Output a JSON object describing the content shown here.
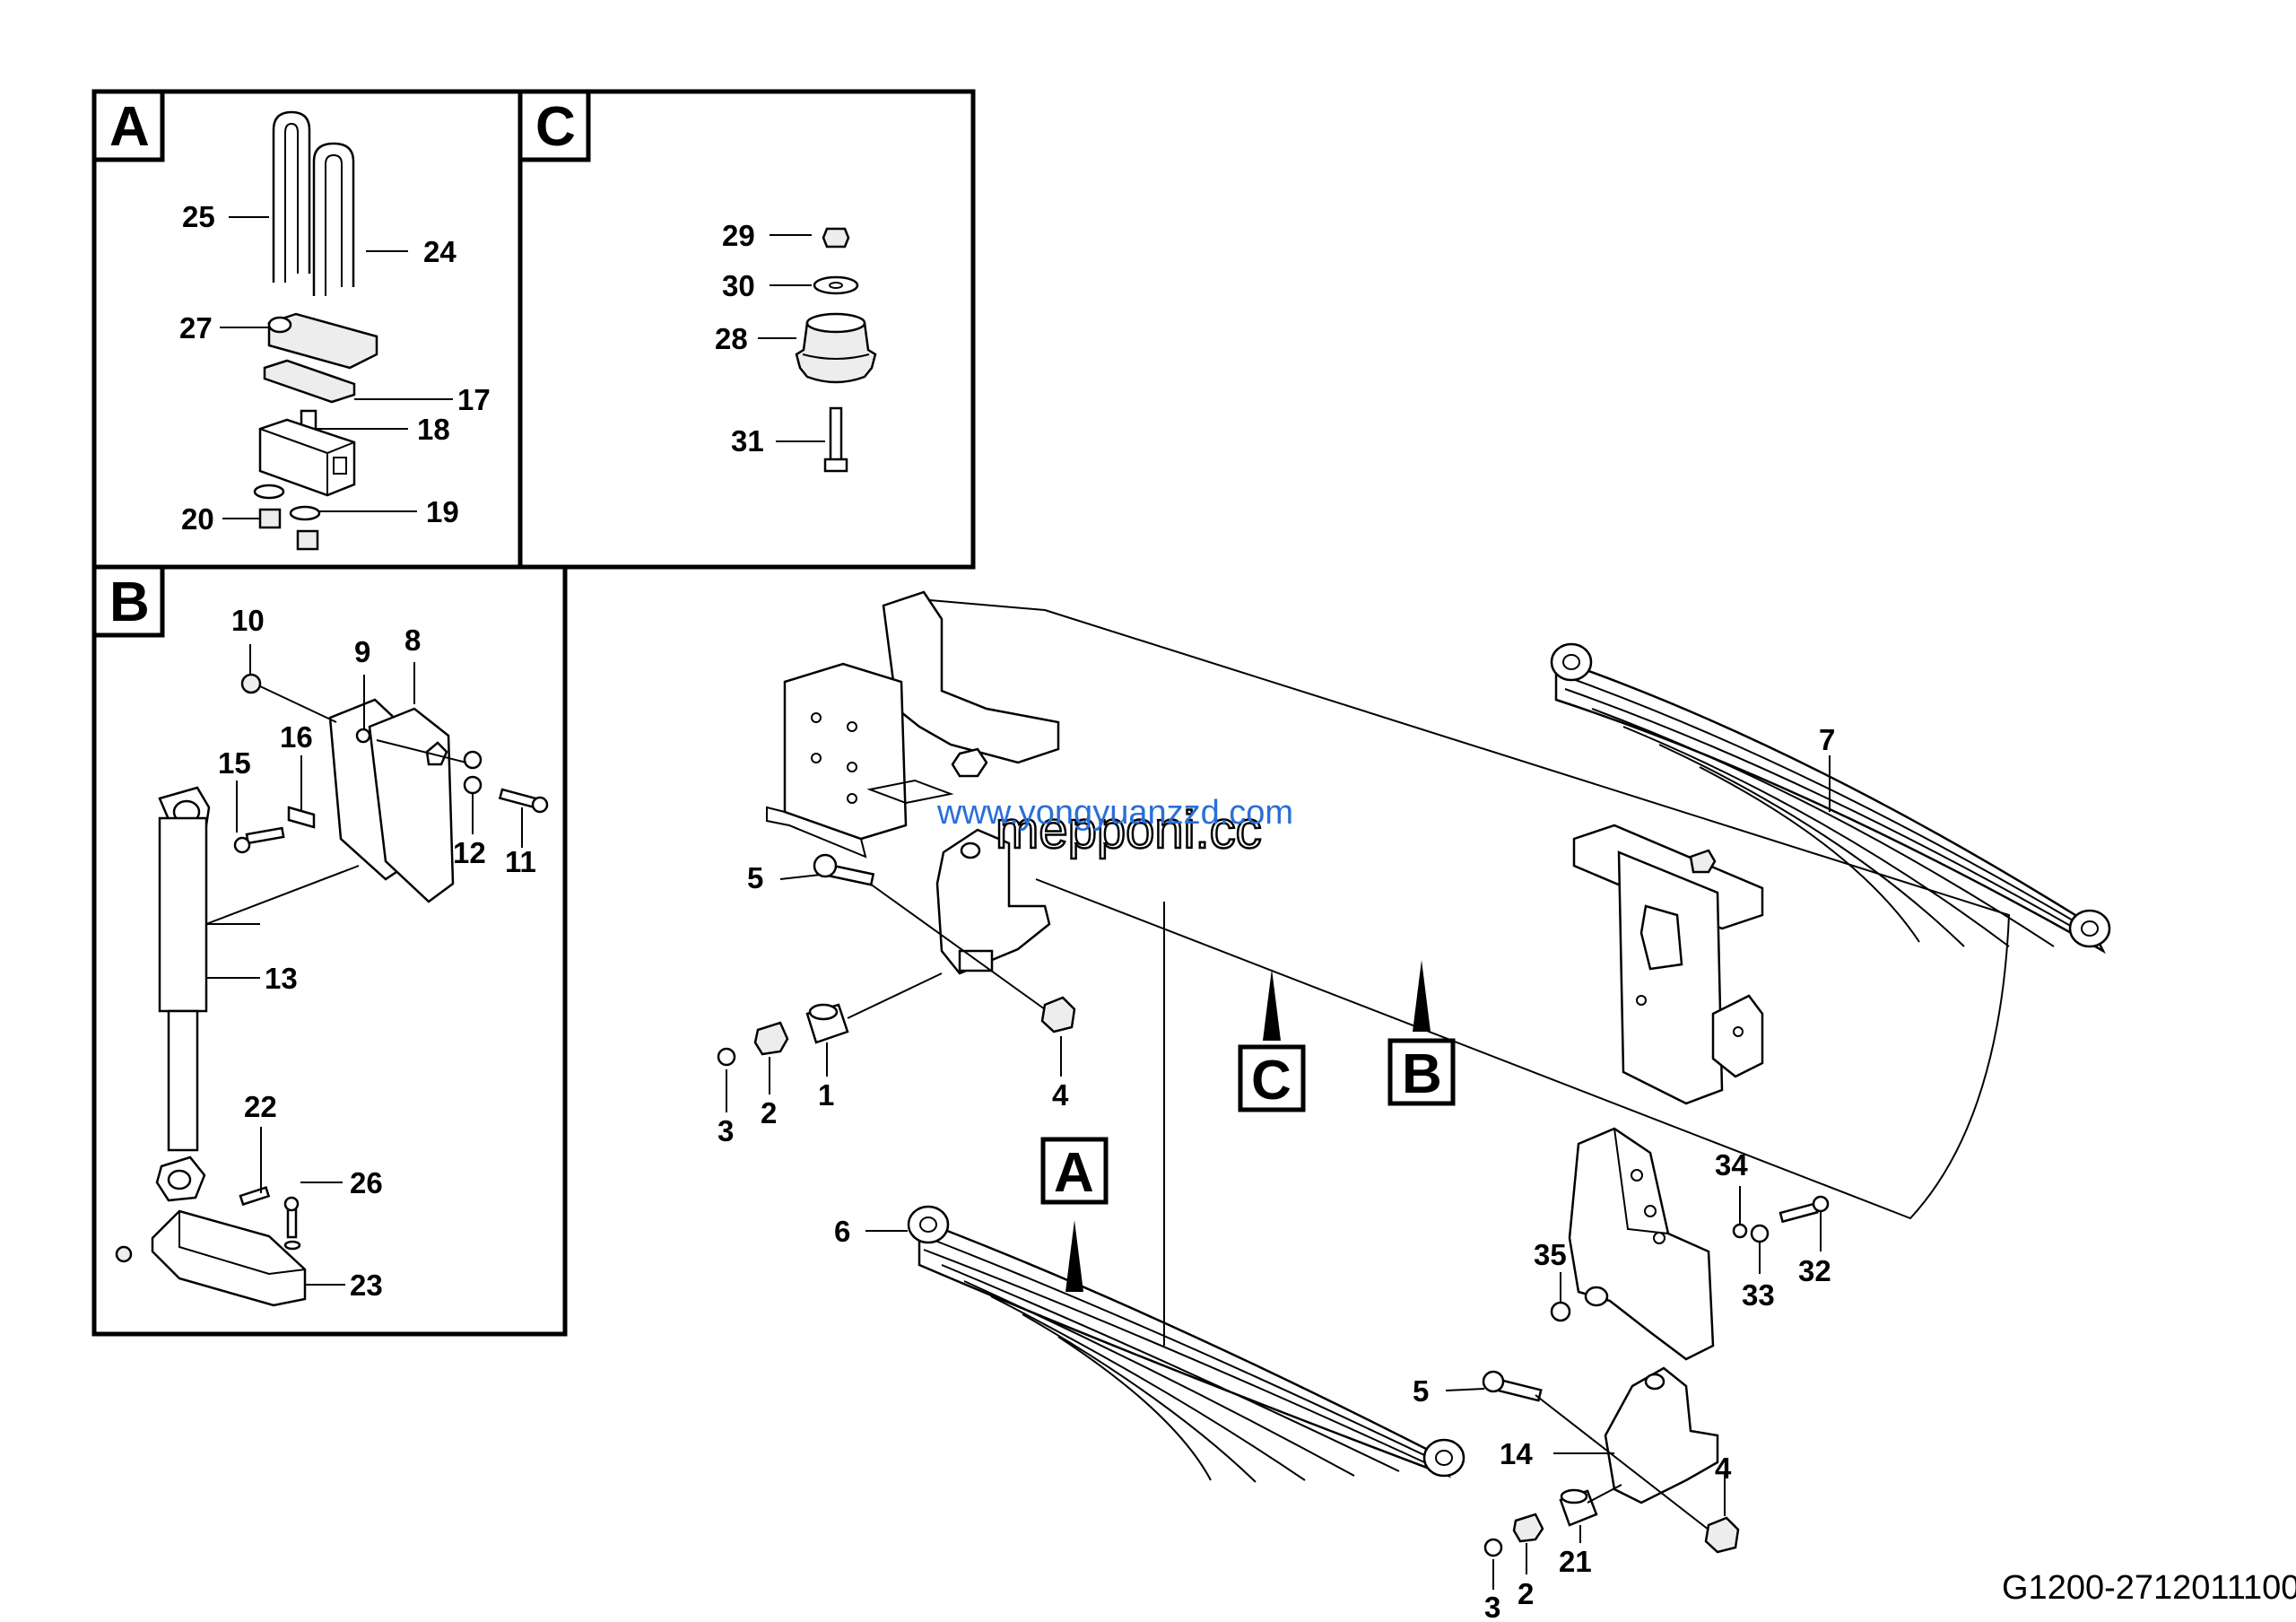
{
  "panels": {
    "A": "A",
    "B": "B",
    "C": "C"
  },
  "pointers": {
    "A": "A",
    "B": "B",
    "C": "C"
  },
  "callouts": {
    "p25": "25",
    "p24": "24",
    "p27": "27",
    "p17": "17",
    "p18": "18",
    "p20": "20",
    "p19": "19",
    "p29": "29",
    "p30": "30",
    "p28": "28",
    "p31": "31",
    "p10": "10",
    "p9": "9",
    "p8": "8",
    "p15": "15",
    "p16": "16",
    "p12": "12",
    "p11": "11",
    "p13": "13",
    "p22": "22",
    "p26": "26",
    "p23": "23",
    "m5a": "5",
    "m4a": "4",
    "m3a": "3",
    "m2a": "2",
    "m1": "1",
    "m6": "6",
    "m7": "7",
    "m34": "34",
    "m35": "35",
    "m33": "33",
    "m32": "32",
    "m5b": "5",
    "m14": "14",
    "m4b": "4",
    "m3b": "3",
    "m2b": "2",
    "m21": "21"
  },
  "watermarks": {
    "url": "www.yongyuanzzd.com",
    "brand": "mepponi.cc"
  },
  "drawing_code": "G1200-2712011100"
}
